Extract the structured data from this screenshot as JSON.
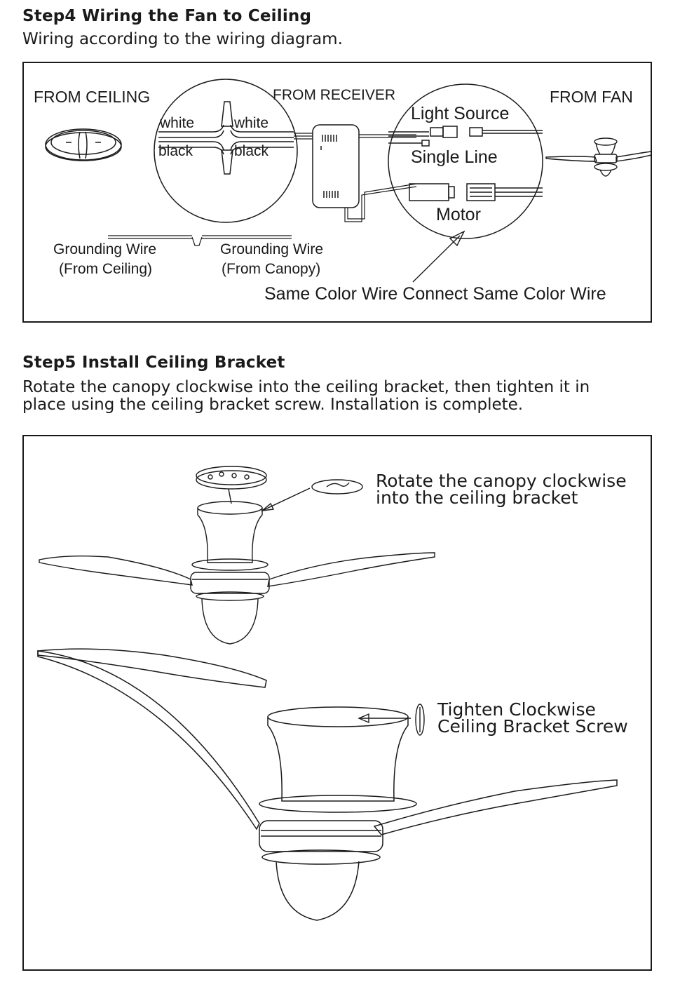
{
  "step4": {
    "title": "Step4 Wiring the Fan to Ceiling",
    "description": "Wiring according to the wiring diagram.",
    "labels": {
      "from_ceiling": "FROM CEILING",
      "from_receiver": "FROM RECEIVER",
      "from_fan": "FROM FAN",
      "white_left": "white",
      "white_right": "white",
      "black_left": "black",
      "black_right": "black",
      "light_source": "Light Source",
      "single_line": "Single Line",
      "motor": "Motor",
      "grounding_ceiling_1": "Grounding Wire",
      "grounding_ceiling_2": "(From Ceiling)",
      "grounding_canopy_1": "Grounding Wire",
      "grounding_canopy_2": "(From Canopy)",
      "same_color": "Same Color Wire Connect Same Color Wire"
    }
  },
  "step5": {
    "title": "Step5 Install Ceiling Bracket",
    "description_line1": "Rotate the canopy clockwise into the ceiling bracket, then tighten it in",
    "description_line2": "place using the ceiling bracket screw. Installation is complete.",
    "labels": {
      "rotate_1": "Rotate the canopy clockwise",
      "rotate_2": "into the ceiling bracket",
      "tighten_1": "Tighten Clockwise",
      "tighten_2": "Ceiling Bracket Screw"
    }
  }
}
